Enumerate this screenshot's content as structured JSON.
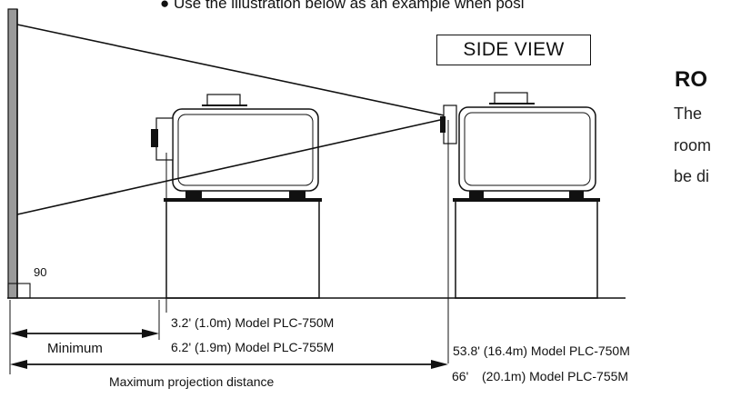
{
  "page": {
    "top_note": "● Use the illustration below as an example when posi",
    "side_view_label": "SIDE VIEW",
    "heading": "RO",
    "body_lines": [
      "The",
      "room",
      "be di"
    ]
  },
  "diagram": {
    "angle_label": "90",
    "minimum_label": "Minimum",
    "maximum_label": "Maximum projection distance",
    "minimum_distances": [
      "3.2' (1.0m) Model PLC-750M",
      "6.2' (1.9m) Model PLC-755M"
    ],
    "maximum_distances": {
      "plc750m": "53.8' (16.4m) Model PLC-750M",
      "plc755m_feet": "66'",
      "plc755m_rest": "(20.1m) Model PLC-755M"
    }
  },
  "colors": {
    "ink": "#111111",
    "body_text": "#222222",
    "background": "#ffffff"
  }
}
